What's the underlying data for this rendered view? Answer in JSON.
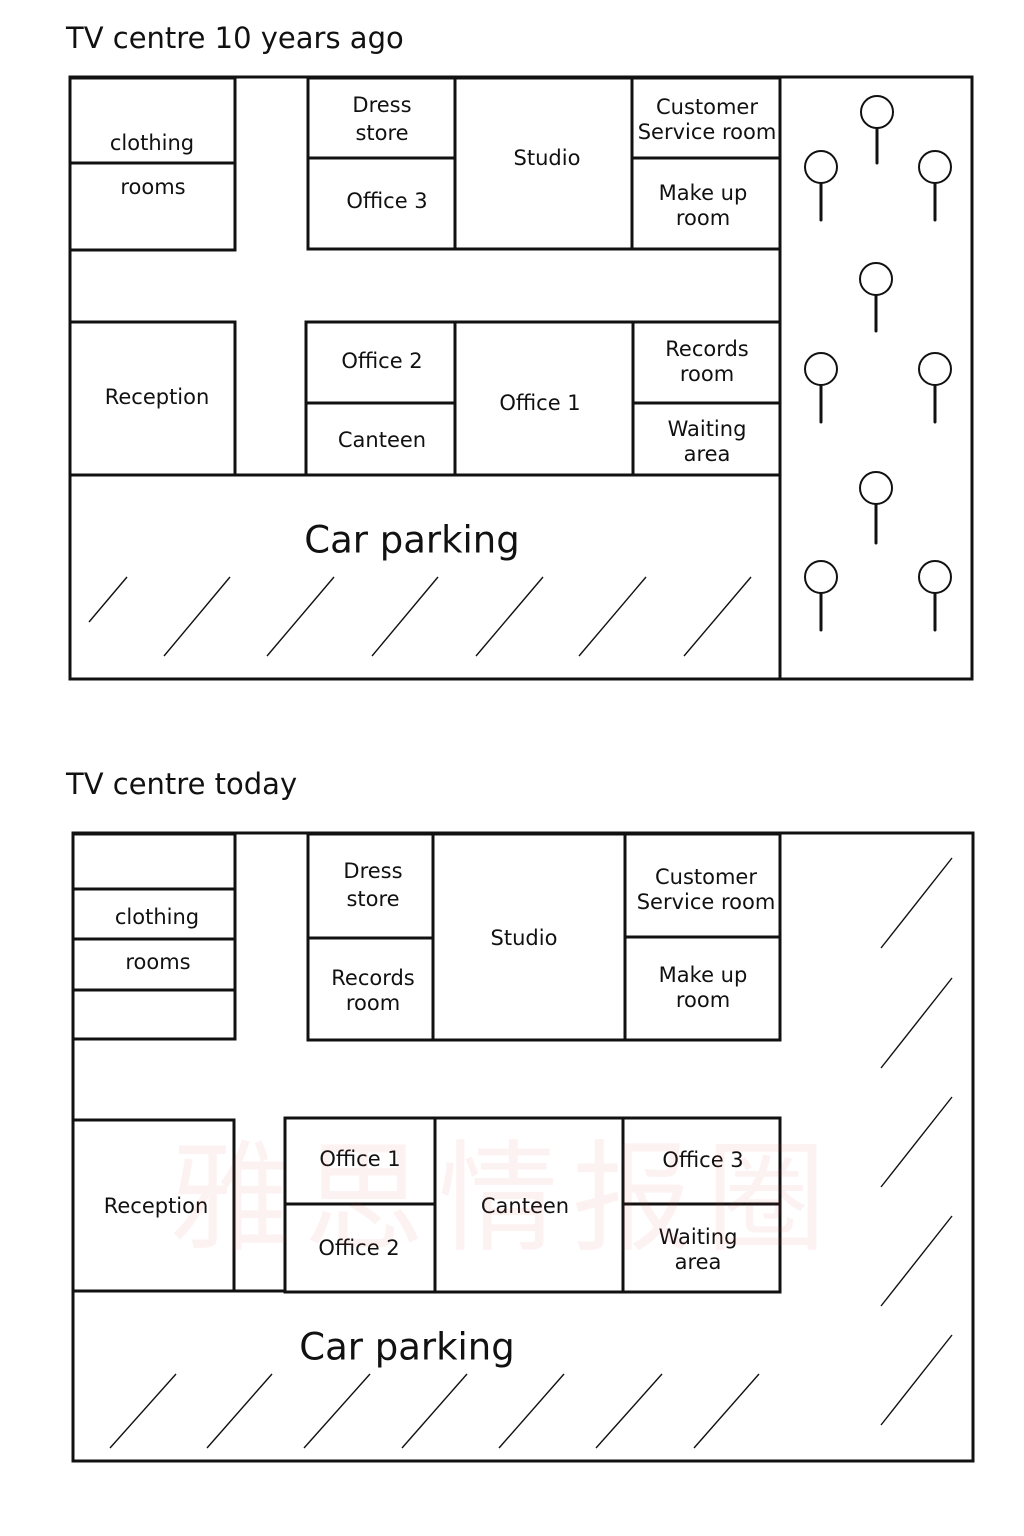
{
  "past": {
    "title": "TV centre 10 years ago",
    "labels": {
      "clothing_1": "clothing",
      "clothing_2": "rooms",
      "dress_1": "Dress",
      "dress_2": "store",
      "office3": "Office 3",
      "studio": "Studio",
      "customer_1": "Customer",
      "customer_2": "Service room",
      "makeup_1": "Make up",
      "makeup_2": "room",
      "reception": "Reception",
      "office2": "Office 2",
      "canteen": "Canteen",
      "office1": "Office 1",
      "records_1": "Records",
      "records_2": "room",
      "waiting_1": "Waiting",
      "waiting_2": "area",
      "parking": "Car parking"
    }
  },
  "today": {
    "title": "TV centre today",
    "labels": {
      "clothing_1": "clothing",
      "clothing_2": "rooms",
      "dress_1": "Dress",
      "dress_2": "store",
      "records_1": "Records",
      "records_2": "room",
      "studio": "Studio",
      "customer_1": "Customer",
      "customer_2": "Service room",
      "makeup_1": "Make up",
      "makeup_2": "room",
      "reception": "Reception",
      "office1": "Office 1",
      "office2": "Office 2",
      "canteen": "Canteen",
      "office3": "Office 3",
      "waiting_1": "Waiting",
      "waiting_2": "area",
      "parking": "Car parking"
    }
  },
  "watermark": "雅思情报圈"
}
